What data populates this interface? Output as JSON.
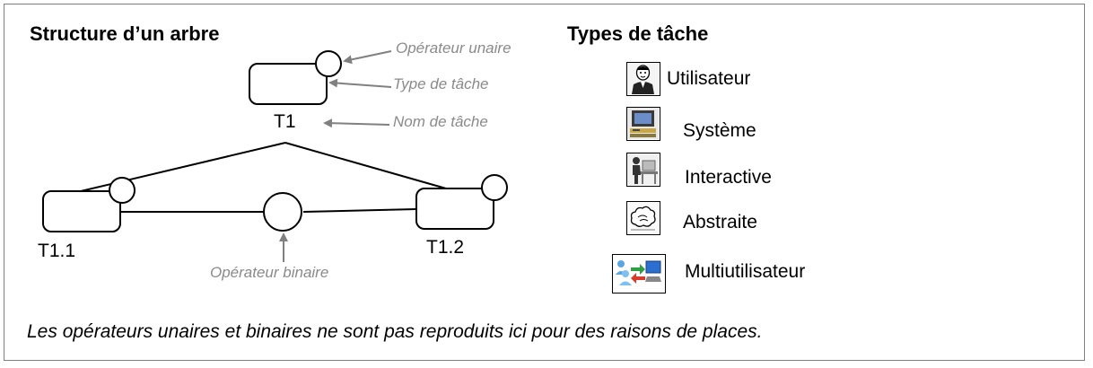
{
  "left_section": {
    "title": "Structure d’un arbre"
  },
  "right_section": {
    "title": "Types de tâche"
  },
  "annotations": {
    "unary_operator": "Opérateur unaire",
    "task_type": "Type de tâche",
    "task_name": "Nom de tâche",
    "binary_operator": "Opérateur binaire"
  },
  "nodes": {
    "root": "T1",
    "child_left": "T1.1",
    "child_right": "T1.2"
  },
  "task_types": [
    {
      "label": "Utilisateur",
      "icon": "user-icon"
    },
    {
      "label": "Système",
      "icon": "computer-system-icon"
    },
    {
      "label": "Interactive",
      "icon": "person-at-desk-icon"
    },
    {
      "label": "Abstraite",
      "icon": "cloud-icon"
    },
    {
      "label": "Multiutilisateur",
      "icon": "multi-user-icon"
    }
  ],
  "footnote": "Les opérateurs unaires et binaires ne sont pas reproduits ici pour des raisons de places.",
  "colors": {
    "annotation": "#8a8a8a",
    "arrow": "#808080",
    "border": "#7f7f7f"
  }
}
